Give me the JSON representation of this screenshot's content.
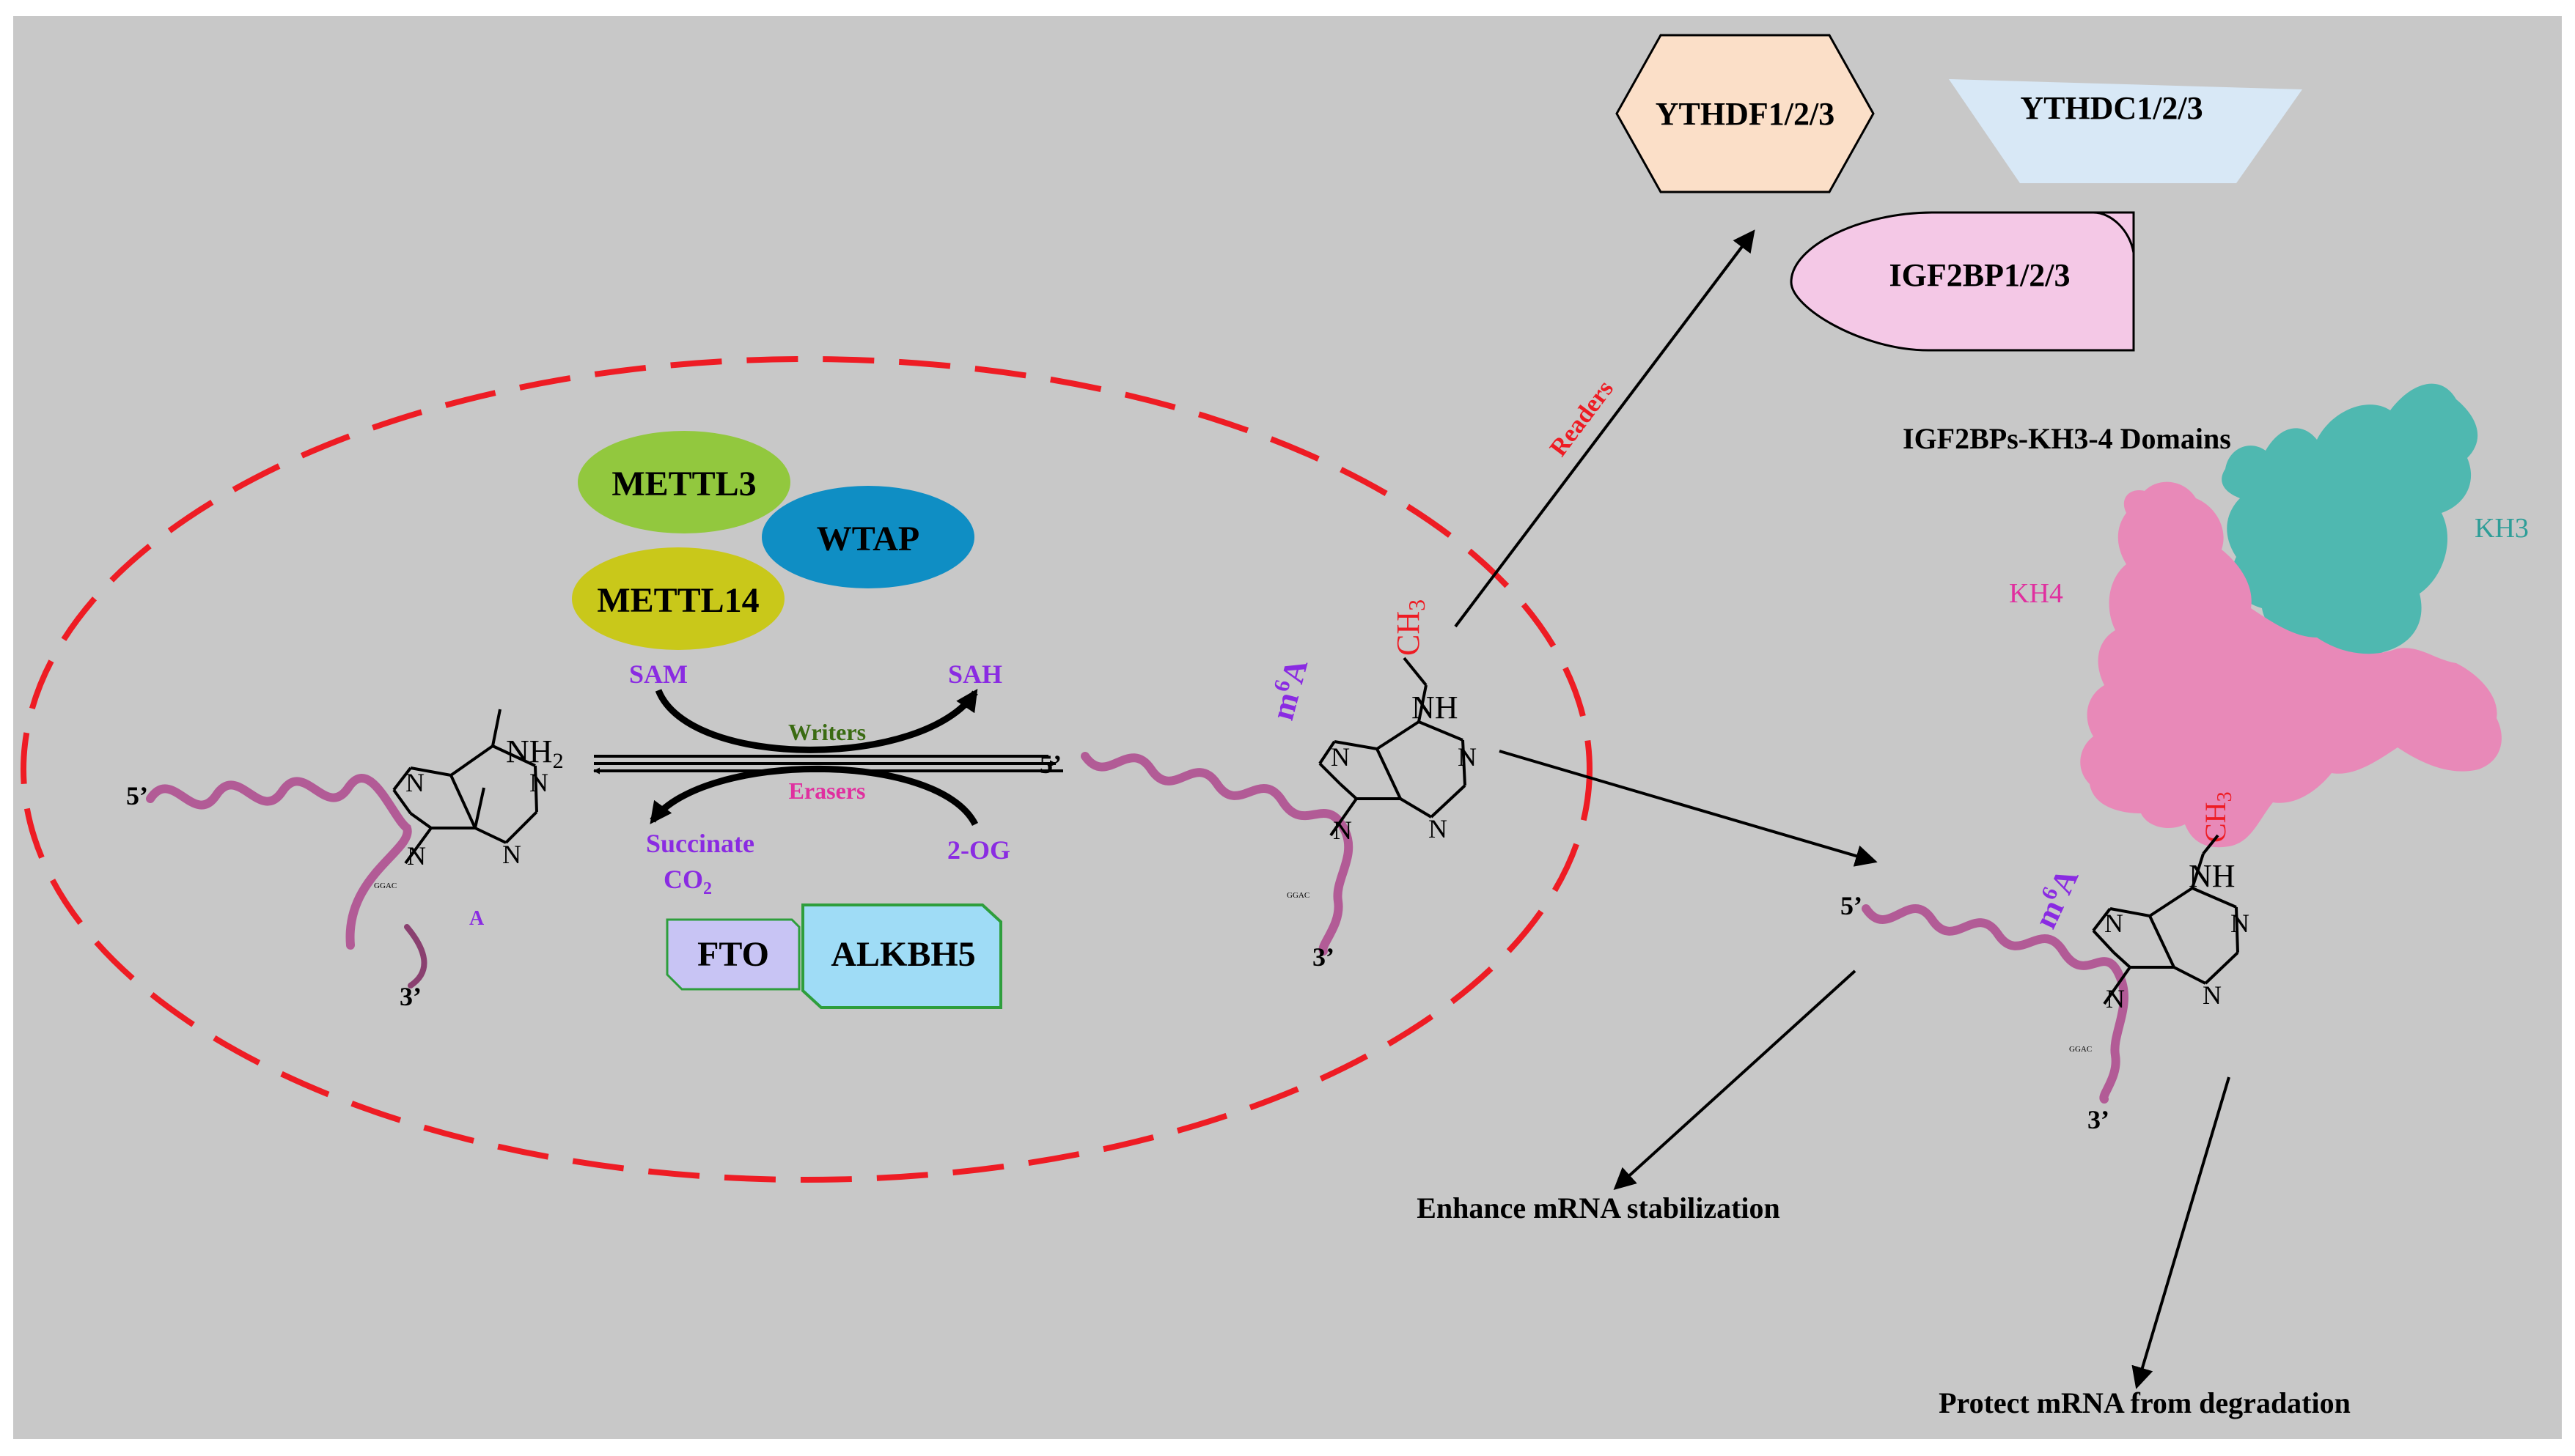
{
  "colors": {
    "background": "#c8c8c8",
    "dashed_ellipse": "#ee1c24",
    "purple_text": "#8a2be2",
    "writer_text": "#3a6b12",
    "eraser_text": "#e0309f",
    "red_text": "#ee1c24",
    "rna": "#b25b96",
    "kh3_text": "#2e9e98",
    "kh4_text": "#e0309f"
  },
  "writers": {
    "mettl3": "METTL3",
    "wtap": "WTAP",
    "mettl14": "METTL14",
    "label": "Writers"
  },
  "erasers": {
    "fto": "FTO",
    "alkbh5": "ALKBH5",
    "label": "Erasers"
  },
  "cofactors": {
    "sam": "SAM",
    "sah": "SAH",
    "succinate": "Succinate",
    "co2": "CO",
    "co2_sub": "2",
    "og": "2-OG"
  },
  "left_molecule": {
    "nh2": "NH",
    "nh2_sub": "2",
    "label": "A",
    "five_prime": "5’",
    "three_prime": "3’",
    "n_atom": "N",
    "tag": "GGAC"
  },
  "mid_molecule": {
    "m6a_m": "m",
    "m6a_sup": "6",
    "m6a_a": "A",
    "ch3": "CH",
    "ch3_sub": "3",
    "nh": "NH",
    "five_prime": "5’",
    "three_prime": "3’",
    "n_atom": "N",
    "tag": "GGAC"
  },
  "readers": {
    "arrow_label": "Readers",
    "ythdf": "YTHDF1/2/3",
    "ythdc": "YTHDC1/2/3",
    "igf2bp": "IGF2BP1/2/3"
  },
  "protein": {
    "title": "IGF2BPs-KH3-4 Domains",
    "kh3": "KH3",
    "kh4": "KH4"
  },
  "right_molecule": {
    "m6a_m": "m",
    "m6a_sup": "6",
    "m6a_a": "A",
    "ch3": "CH",
    "ch3_sub": "3",
    "nh": "NH",
    "five_prime": "5’",
    "three_prime": "3’",
    "n_atom": "N",
    "tag": "GGAC"
  },
  "outcomes": {
    "stabilization": "Enhance mRNA stabilization",
    "protect": "Protect mRNA from degradation"
  }
}
